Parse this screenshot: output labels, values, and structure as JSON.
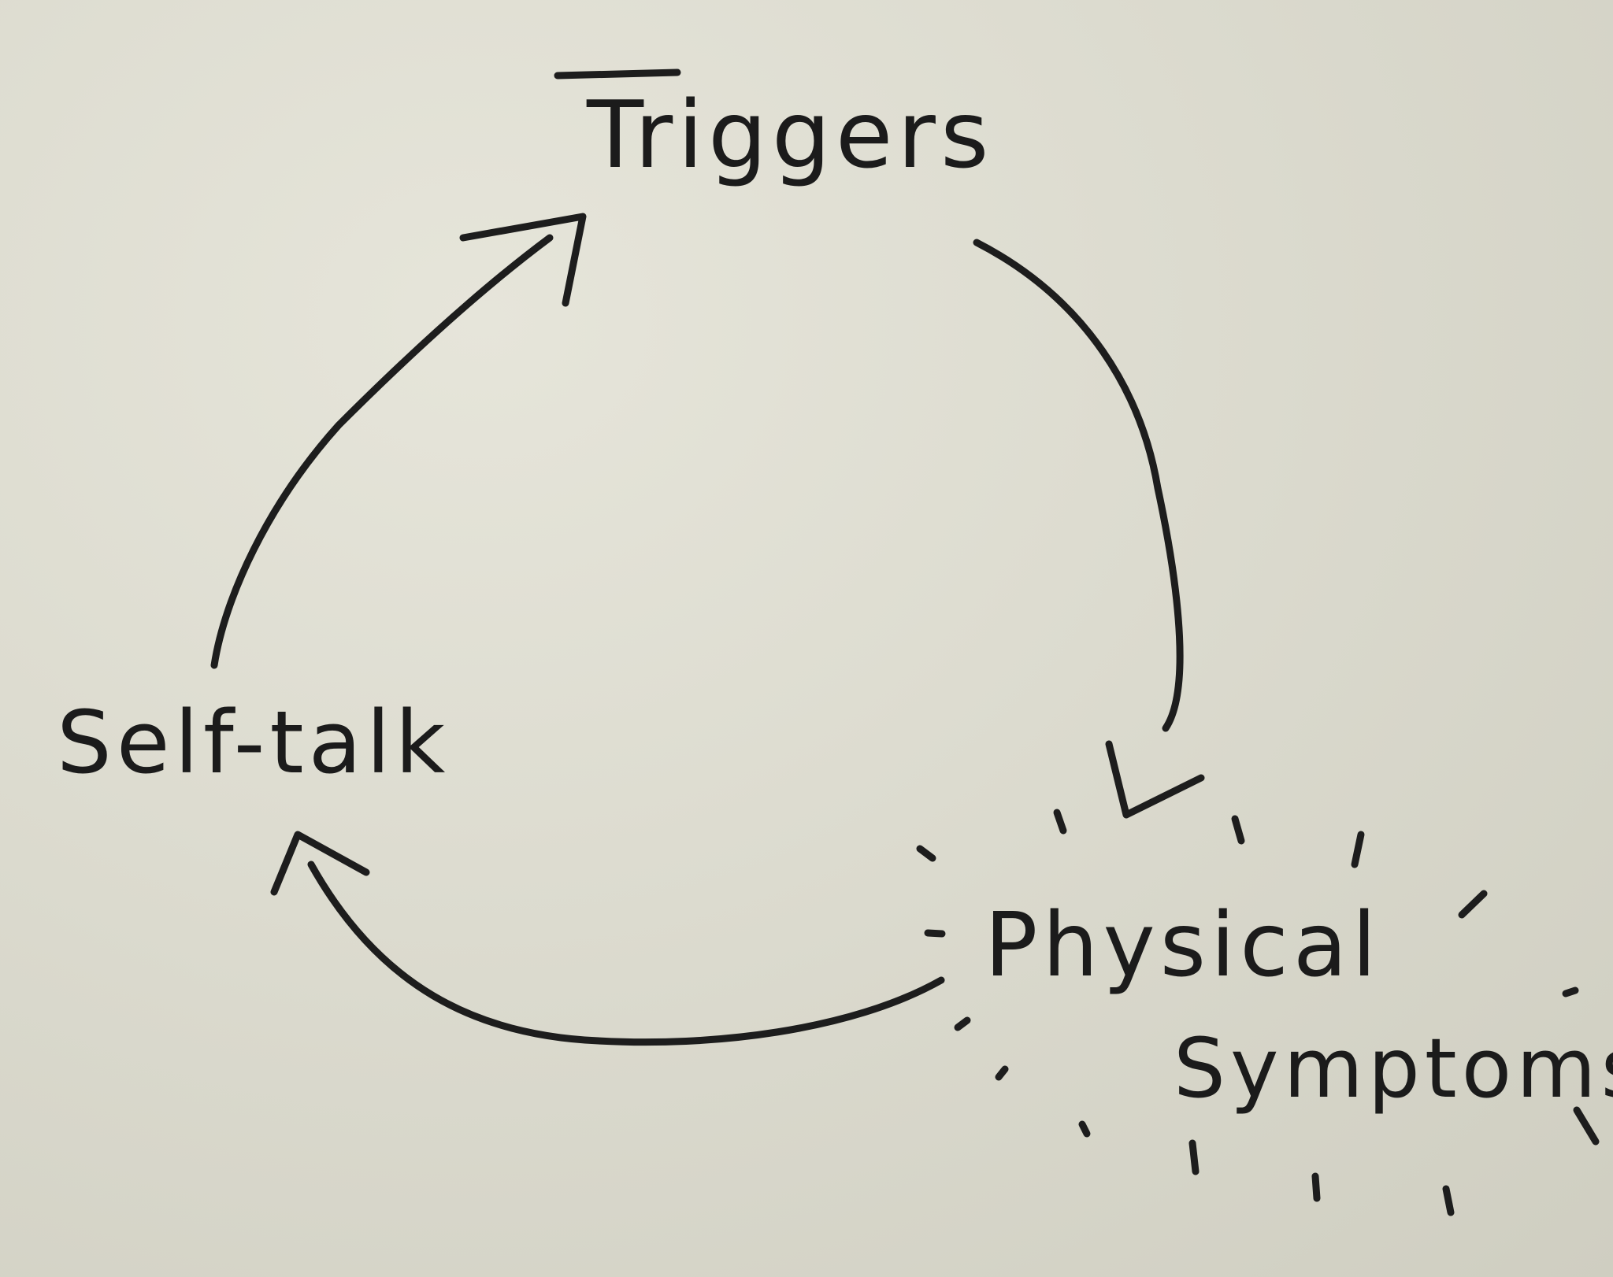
{
  "diagram": {
    "nodes": {
      "triggers": "Triggers",
      "self_talk": "Self-talk",
      "physical": "Physical",
      "symptoms": "Symptoms"
    },
    "colors": {
      "paper": "#dcdbcf",
      "ink": "#1d1d1d"
    }
  }
}
